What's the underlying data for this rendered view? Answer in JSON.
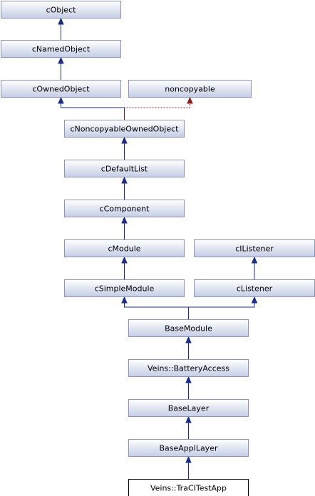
{
  "diagram": {
    "nodes": [
      {
        "id": "cObject",
        "label": "cObject"
      },
      {
        "id": "cNamedObject",
        "label": "cNamedObject"
      },
      {
        "id": "cOwnedObject",
        "label": "cOwnedObject"
      },
      {
        "id": "noncopyable",
        "label": "noncopyable"
      },
      {
        "id": "cNoncopyableOwnedObject",
        "label": "cNoncopyableOwnedObject"
      },
      {
        "id": "cDefaultList",
        "label": "cDefaultList"
      },
      {
        "id": "cComponent",
        "label": "cComponent"
      },
      {
        "id": "cModule",
        "label": "cModule"
      },
      {
        "id": "cIListener",
        "label": "cIListener"
      },
      {
        "id": "cSimpleModule",
        "label": "cSimpleModule"
      },
      {
        "id": "cListener",
        "label": "cListener"
      },
      {
        "id": "BaseModule",
        "label": "BaseModule"
      },
      {
        "id": "BatteryAccess",
        "label": "Veins::BatteryAccess"
      },
      {
        "id": "BaseLayer",
        "label": "BaseLayer"
      },
      {
        "id": "BaseApplLayer",
        "label": "BaseApplLayer"
      },
      {
        "id": "TraCITestApp",
        "label": "Veins::TraCITestApp",
        "current": true
      }
    ],
    "edges": [
      {
        "from": "cNamedObject",
        "to": "cObject"
      },
      {
        "from": "cOwnedObject",
        "to": "cNamedObject"
      },
      {
        "from": "cNoncopyableOwnedObject",
        "to": "cOwnedObject"
      },
      {
        "from": "cNoncopyableOwnedObject",
        "to": "noncopyable",
        "style": "private"
      },
      {
        "from": "cDefaultList",
        "to": "cNoncopyableOwnedObject"
      },
      {
        "from": "cComponent",
        "to": "cDefaultList"
      },
      {
        "from": "cModule",
        "to": "cComponent"
      },
      {
        "from": "cSimpleModule",
        "to": "cModule"
      },
      {
        "from": "cListener",
        "to": "cIListener"
      },
      {
        "from": "BaseModule",
        "to": "cSimpleModule"
      },
      {
        "from": "BaseModule",
        "to": "cListener"
      },
      {
        "from": "BatteryAccess",
        "to": "BaseModule"
      },
      {
        "from": "BaseLayer",
        "to": "BatteryAccess"
      },
      {
        "from": "BaseApplLayer",
        "to": "BaseLayer"
      },
      {
        "from": "TraCITestApp",
        "to": "BaseApplLayer"
      }
    ],
    "colors": {
      "node_fill_top": "#ffffff",
      "node_fill_bottom": "#c4cde6",
      "node_border": "#8b94b8",
      "edge_public": "#1b2c86",
      "edge_private": "#8b1a1a",
      "current_border": "#000000"
    }
  }
}
